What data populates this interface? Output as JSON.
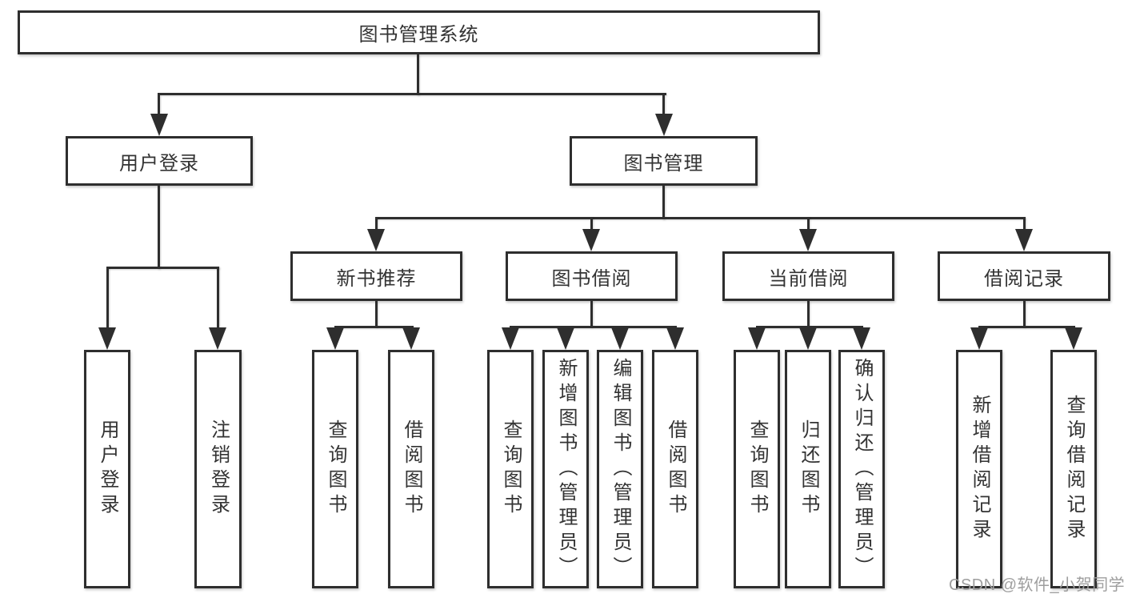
{
  "colors": {
    "line": "#2e2e2e",
    "text": "#333333",
    "background": "#ffffff",
    "watermark": "#9e9e9e"
  },
  "watermark": {
    "text": "CSDN @软件_小贺同学"
  },
  "tree": {
    "root": {
      "label": "图书管理系统",
      "children": [
        {
          "label": "用户登录",
          "children": [
            {
              "label": "用户登录"
            },
            {
              "label": "注销登录"
            }
          ]
        },
        {
          "label": "图书管理",
          "children": [
            {
              "label": "新书推荐",
              "children": [
                {
                  "label": "查询图书"
                },
                {
                  "label": "借阅图书"
                }
              ]
            },
            {
              "label": "图书借阅",
              "children": [
                {
                  "label": "查询图书"
                },
                {
                  "label": "新增图书（管理员）"
                },
                {
                  "label": "编辑图书（管理员）"
                },
                {
                  "label": "借阅图书"
                }
              ]
            },
            {
              "label": "当前借阅",
              "children": [
                {
                  "label": "查询图书"
                },
                {
                  "label": "归还图书"
                },
                {
                  "label": "确认归还（管理员）"
                }
              ]
            },
            {
              "label": "借阅记录",
              "children": [
                {
                  "label": "新增借阅记录"
                },
                {
                  "label": "查询借阅记录"
                }
              ]
            }
          ]
        }
      ]
    }
  }
}
